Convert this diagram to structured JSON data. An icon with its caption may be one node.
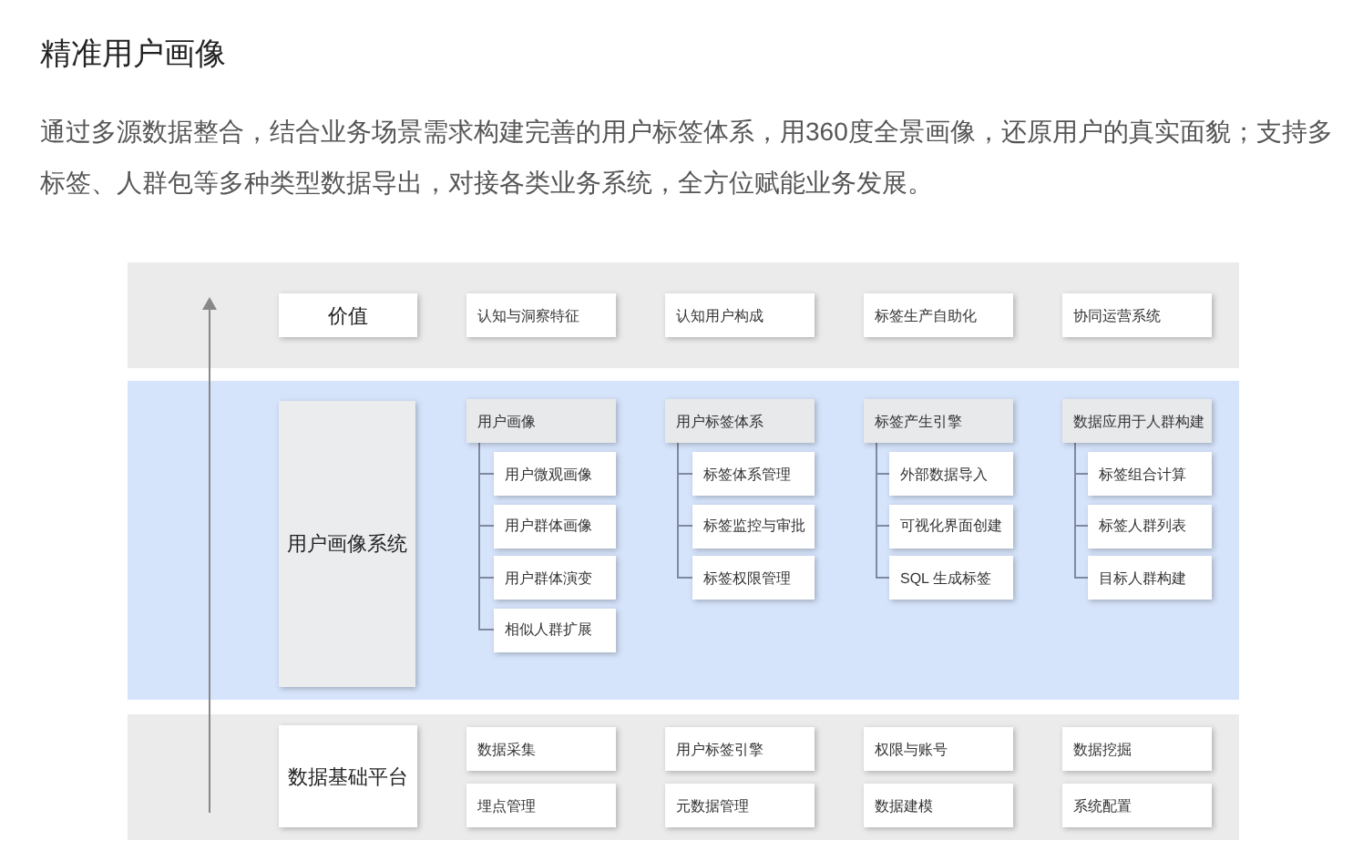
{
  "diagram": {
    "title": "精准用户画像",
    "nodes": [
      {
        "text": [],
        "shape": "band"
      },
      {
        "text": [
          "价值"
        ],
        "in": 0
      },
      {
        "text": [
          "认知与洞察特征"
        ],
        "in": 0
      },
      {
        "text": [
          "认知用户构成"
        ],
        "in": 0
      },
      {
        "text": [
          "标签生产自助化"
        ],
        "in": 0
      },
      {
        "text": [
          "协同运营系统"
        ],
        "in": 0
      },
      {
        "text": [],
        "shape": "band"
      },
      {
        "text": [
          "用户画像系统"
        ],
        "in": 6
      },
      {
        "text": [
          "用户画像"
        ],
        "in": 6
      },
      {
        "text": [
          "用户微观画像"
        ],
        "in": 6
      },
      {
        "text": [
          "用户群体画像"
        ],
        "in": 6
      },
      {
        "text": [
          "用户群体演变"
        ],
        "in": 6
      },
      {
        "text": [
          "相似人群扩展"
        ],
        "in": 6
      },
      {
        "text": [
          "用户标签体系"
        ],
        "in": 6
      },
      {
        "text": [
          "标签体系管理"
        ],
        "in": 6
      },
      {
        "text": [
          "标签监控与审批"
        ],
        "in": 6
      },
      {
        "text": [
          "标签权限管理"
        ],
        "in": 6
      },
      {
        "text": [
          "标签产生引擎"
        ],
        "in": 6
      },
      {
        "text": [
          "外部数据导入"
        ],
        "in": 6
      },
      {
        "text": [
          "可视化界面创建"
        ],
        "in": 6
      },
      {
        "text": [
          "SQL 生成标签"
        ],
        "in": 6
      },
      {
        "text": [
          "数据应用于人群构建"
        ],
        "in": 6
      },
      {
        "text": [
          "标签组合计算"
        ],
        "in": 6
      },
      {
        "text": [
          "标签人群列表"
        ],
        "in": 6
      },
      {
        "text": [
          "目标人群构建"
        ],
        "in": 6
      },
      {
        "text": [],
        "shape": "band"
      },
      {
        "text": [
          "数据基础平台"
        ],
        "in": 25
      },
      {
        "text": [
          "数据采集"
        ],
        "in": 25
      },
      {
        "text": [
          "用户标签引擎"
        ],
        "in": 25
      },
      {
        "text": [
          "权限与账号"
        ],
        "in": 25
      },
      {
        "text": [
          "数据挖掘"
        ],
        "in": 25
      },
      {
        "text": [
          "埋点管理"
        ],
        "in": 25
      },
      {
        "text": [
          "元数据管理"
        ],
        "in": 25
      },
      {
        "text": [
          "数据建模"
        ],
        "in": 25
      },
      {
        "text": [
          "系统配置"
        ],
        "in": 25
      }
    ],
    "edges": [
      {
        "from": 8,
        "to": 9,
        "arrow": "none"
      },
      {
        "from": 8,
        "to": 10,
        "arrow": "none"
      },
      {
        "from": 8,
        "to": 11,
        "arrow": "none"
      },
      {
        "from": 8,
        "to": 12,
        "arrow": "none"
      },
      {
        "from": 13,
        "to": 14,
        "arrow": "none"
      },
      {
        "from": 13,
        "to": 15,
        "arrow": "none"
      },
      {
        "from": 13,
        "to": 16,
        "arrow": "none"
      },
      {
        "from": 17,
        "to": 18,
        "arrow": "none"
      },
      {
        "from": 17,
        "to": 19,
        "arrow": "none"
      },
      {
        "from": 17,
        "to": 20,
        "arrow": "none"
      },
      {
        "from": 21,
        "to": 22,
        "arrow": "none"
      },
      {
        "from": 21,
        "to": 23,
        "arrow": "none"
      },
      {
        "from": 21,
        "to": 24,
        "arrow": "none"
      }
    ],
    "labels": [
      "通过多源数据整合，结合业务场景需求构建完善的用户标签体系，用360度全景画像，还原用户的真实面貌；支持多标签、人群包等多种类型数据导出，对接各类业务系统，全方位赋能业务发展。"
    ]
  }
}
